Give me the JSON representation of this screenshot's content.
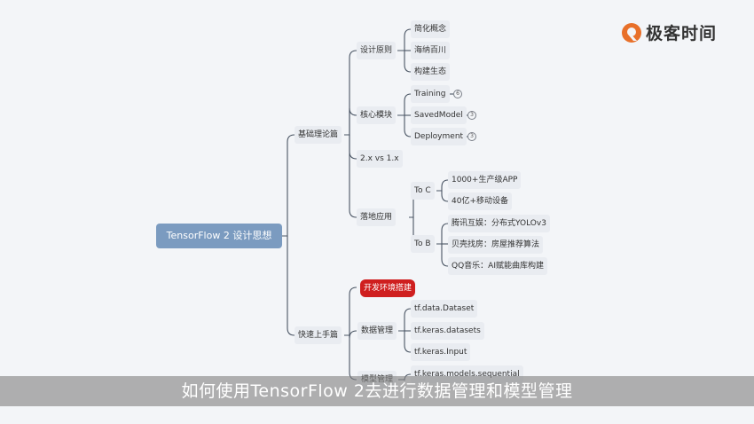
{
  "brand": {
    "name": "极客时间",
    "accent": "#e8702a"
  },
  "mindmap": {
    "root": "TensorFlow 2 设计思想",
    "section_basic": "基础理论篇",
    "design_principles": "设计原则",
    "simplify_concepts": "简化概念",
    "inclusive": "海纳百川",
    "build_ecosystem": "构建生态",
    "core_modules": "核心模块",
    "training": "Training",
    "training_badge": "6",
    "savedmodel": "SavedModel",
    "savedmodel_badge": "3",
    "deployment": "Deployment",
    "deployment_badge": "3",
    "version_compare": "2.x vs 1.x",
    "applications": "落地应用",
    "to_c": "To C",
    "apps_1000": "1000+生产级APP",
    "devices_4b": "40亿+移动设备",
    "to_b": "To B",
    "tencent": "腾讯互娱：分布式YOLOv3",
    "beike": "贝壳找房：房屋推荐算法",
    "qqmusic": "QQ音乐：AI赋能曲库构建",
    "section_quick": "快速上手篇",
    "env_setup": "开发环境搭建",
    "data_management": "数据管理",
    "tf_data_dataset": "tf.data.Dataset",
    "tf_keras_datasets": "tf.keras.datasets",
    "tf_keras_input": "tf.keras.Input",
    "model_management": "模型管理",
    "tf_keras_sequential": "tf.keras.models.sequential"
  },
  "subtitle": "如何使用TensorFlow 2去进行数据管理和模型管理",
  "colors": {
    "line": "#4a5564",
    "root_bg": "#7b9bc0",
    "highlight": "#cf1f1f"
  }
}
